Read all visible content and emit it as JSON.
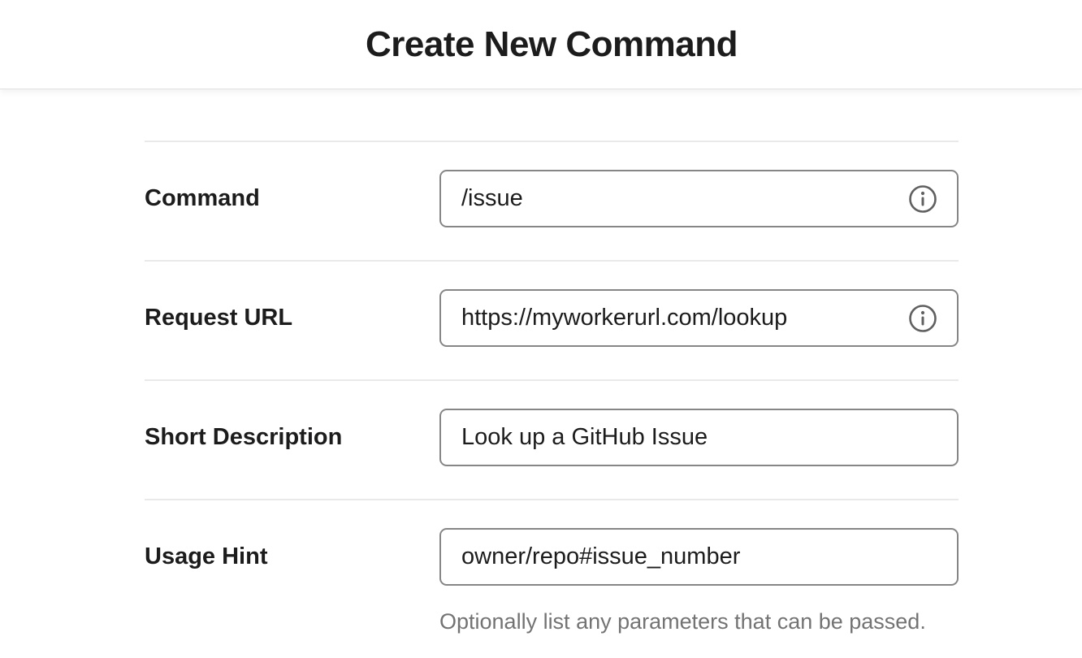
{
  "header": {
    "title": "Create New Command"
  },
  "form": {
    "fields": [
      {
        "label": "Command",
        "value": "/issue",
        "has_info_icon": true
      },
      {
        "label": "Request URL",
        "value": "https://myworkerurl.com/lookup",
        "has_info_icon": true
      },
      {
        "label": "Short Description",
        "value": "Look up a GitHub Issue",
        "has_info_icon": false
      },
      {
        "label": "Usage Hint",
        "value": "owner/repo#issue_number",
        "has_info_icon": false,
        "help": "Optionally list any parameters that can be passed."
      }
    ]
  },
  "colors": {
    "text_primary": "#1d1c1d",
    "text_secondary": "#737373",
    "input_border": "#868686",
    "divider": "#e9e9e9",
    "header_border": "#e0e0e0",
    "background": "#ffffff",
    "info_icon": "#616061"
  },
  "icons": {
    "info": "info-circle"
  }
}
